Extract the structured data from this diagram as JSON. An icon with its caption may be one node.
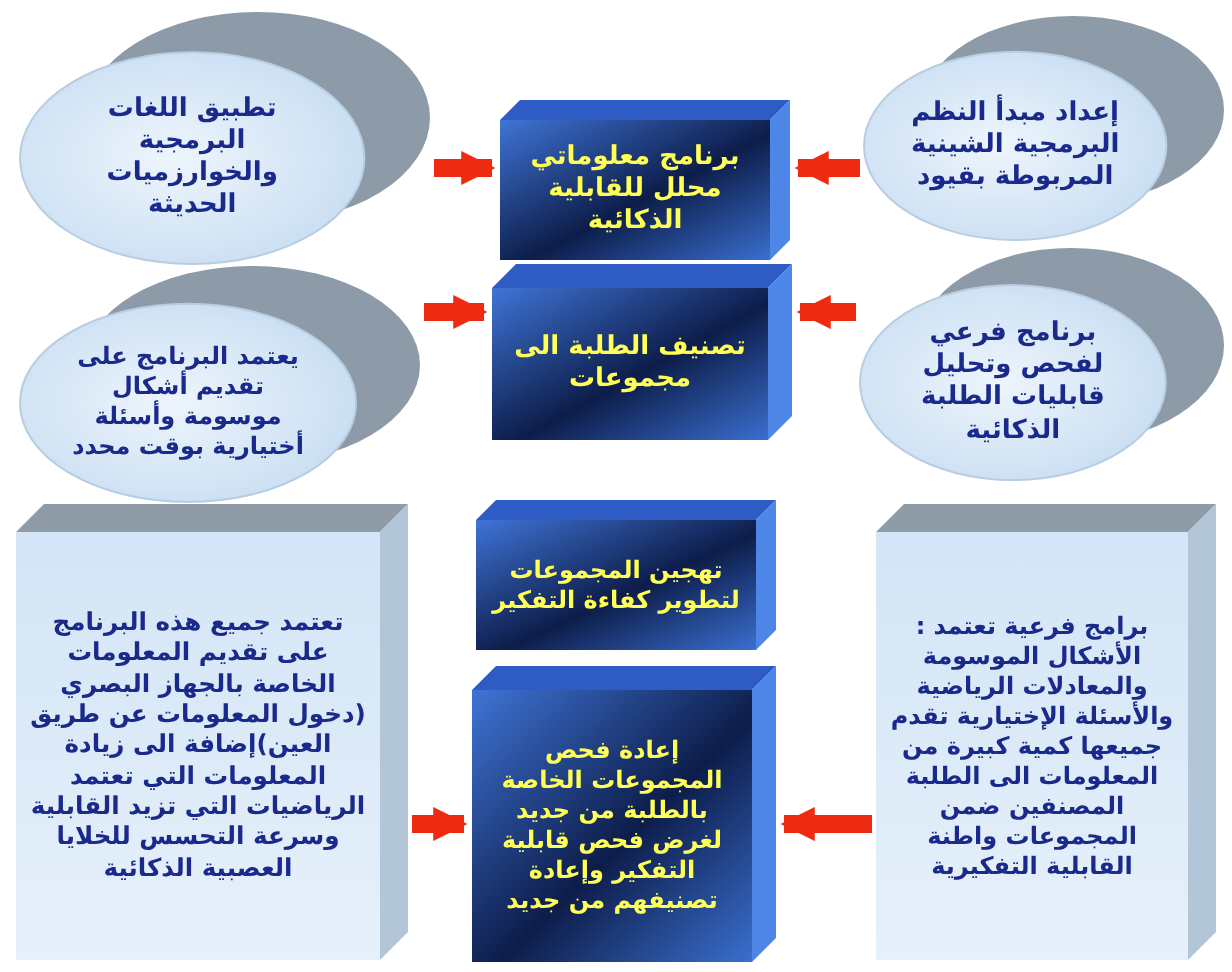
{
  "diagram": {
    "nodes": [
      {
        "text": [
          "إعداد مبدأ النظم البرمجية الشينية المربوطة بقيود"
        ]
      },
      {
        "text": [
          "برنامج معلوماتي محلل للقابلية الذكائية"
        ]
      },
      {
        "text": [
          "تطبيق اللغات البرمجية والخوارزميات الحديثة"
        ]
      },
      {
        "text": [
          "برنامج فرعي لفحص وتحليل قابليات الطلبة الذكائية"
        ]
      },
      {
        "text": [
          "تصنيف الطلبة الى مجموعات"
        ]
      },
      {
        "text": [
          "يعتمد البرنامج على تقديم أشكال موسومة وأسئلة أختيارية بوقت محدد"
        ]
      },
      {
        "text": [
          "تهجين المجموعات لتطوير كفاءة التفكير"
        ]
      },
      {
        "text": [
          "برامج فرعية تعتمد : الأشكال الموسومة والمعادلات الرياضية والأسئلة الإختيارية تقدم جميعها كمية كبيرة من المعلومات الى الطلبة المصنفين ضمن المجموعات واطنة القابلية التفكيرية"
        ]
      },
      {
        "text": [
          "إعادة فحص المجموعات الخاصة بالطلبة من جديد لغرض فحص قابلية التفكير وإعادة تصنيفهم من جديد"
        ]
      },
      {
        "text": [
          "تعتمد جميع هذه البرنامج على تقديم المعلومات الخاصة بالجهاز البصري (دخول المعلومات عن طريق العين)إضافة الى زيادة المعلومات التي تعتمد الرياضيات التي تزيد القابلية وسرعة التحسس للخلايا العصبية الذكائية"
        ]
      }
    ],
    "edges": [
      {
        "from": 0,
        "to": 1,
        "arrow": "to"
      },
      {
        "from": 2,
        "to": 1,
        "arrow": "to"
      },
      {
        "from": 3,
        "to": 4,
        "arrow": "to"
      },
      {
        "from": 5,
        "to": 4,
        "arrow": "to"
      },
      {
        "from": 7,
        "to": 8,
        "arrow": "to"
      },
      {
        "from": 9,
        "to": 8,
        "arrow": "to"
      }
    ]
  }
}
